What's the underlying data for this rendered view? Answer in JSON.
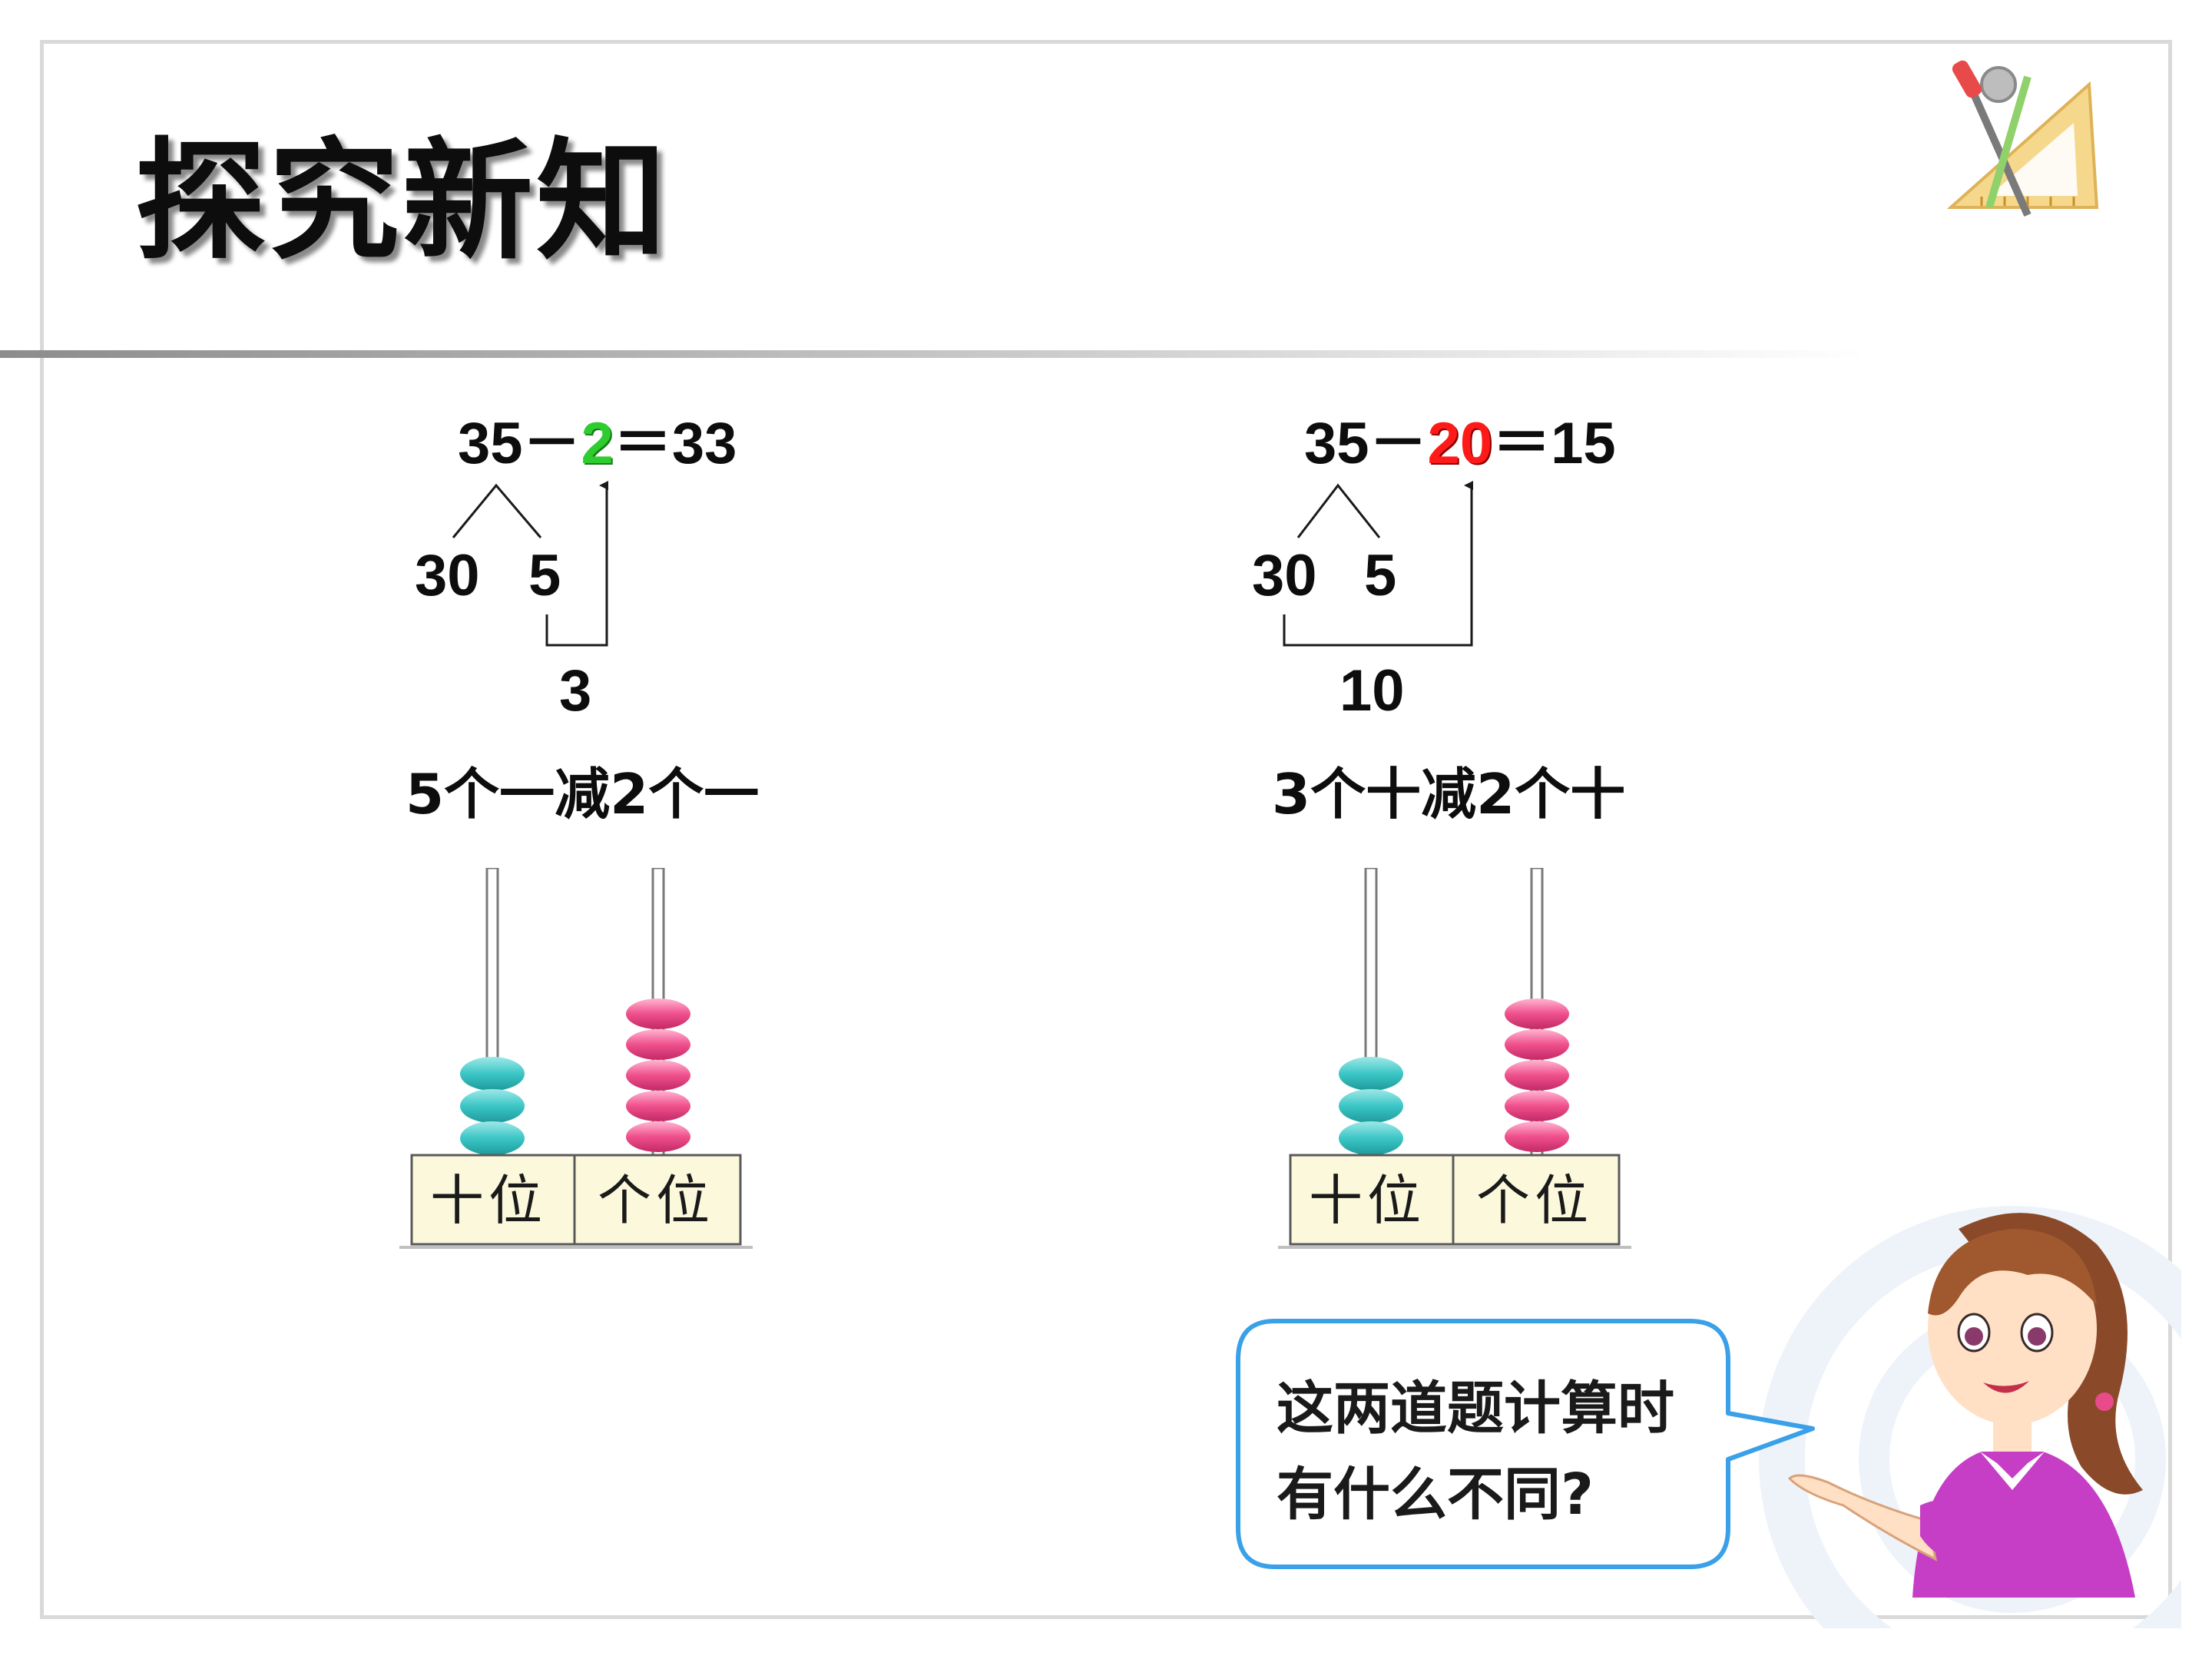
{
  "title": "探究新知",
  "left": {
    "eq_a": "35－",
    "eq_b": "2",
    "eq_c": "＝33",
    "split_tens": "30",
    "split_ones": "5",
    "partial": "3",
    "caption": "5个一减2个一",
    "place_tens": "十位",
    "place_ones": "个位",
    "beads_tens": 3,
    "beads_ones": 5
  },
  "right": {
    "eq_a": "35－",
    "eq_b": "20",
    "eq_c": "＝15",
    "split_tens": "30",
    "split_ones": "5",
    "partial": "10",
    "caption": "3个十减2个十",
    "place_tens": "十位",
    "place_ones": "个位",
    "beads_tens": 3,
    "beads_ones": 5
  },
  "speech": {
    "line1": "这两道题计算时",
    "line2": "有什么不同?"
  },
  "colors": {
    "highlight_left": "#2ecc2e",
    "highlight_right": "#ff1a1a",
    "bead_tens": "#3cc6c6",
    "bead_ones": "#f0508c",
    "bubble_border": "#3aa0e8"
  }
}
